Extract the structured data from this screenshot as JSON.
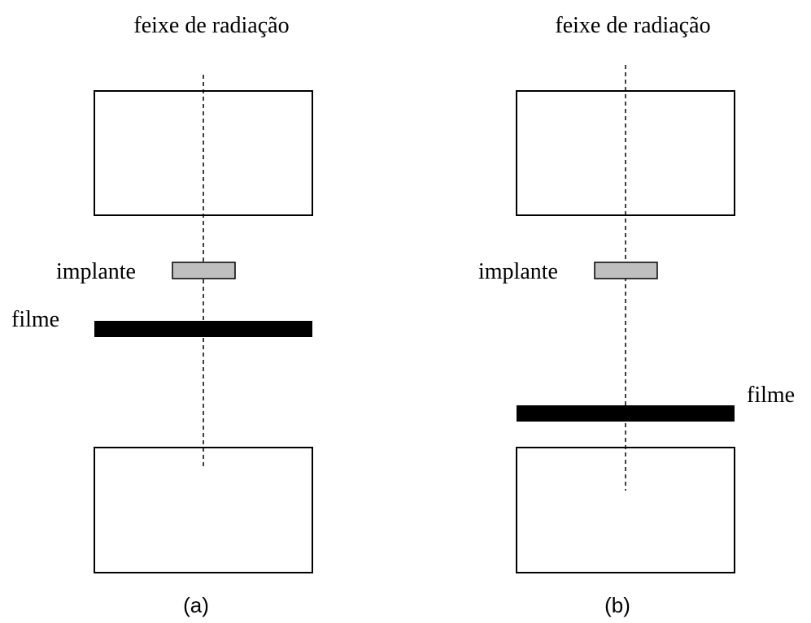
{
  "colors": {
    "implant_fill": "#bfbfbf",
    "film_fill": "#000000",
    "line": "#000000",
    "background": "#ffffff"
  },
  "panel_a": {
    "beam_label": "feixe de radiação",
    "implant_label": "implante",
    "film_label": "filme",
    "caption": "(a)"
  },
  "panel_b": {
    "beam_label": "feixe de radiação",
    "implant_label": "implante",
    "film_label": "filme",
    "caption": "(b)"
  }
}
